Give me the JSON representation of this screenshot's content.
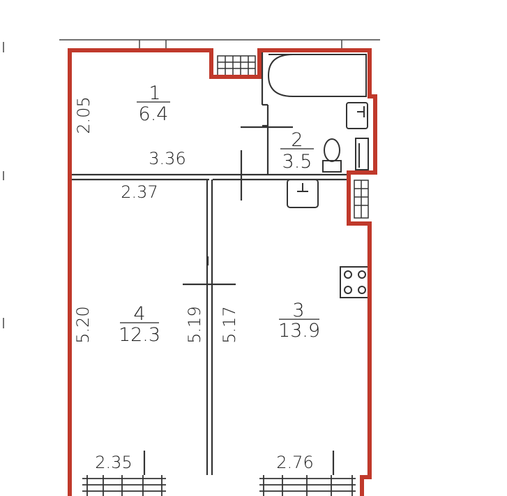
{
  "plan": {
    "rooms": [
      {
        "number": "1",
        "area": "6.4"
      },
      {
        "number": "2",
        "area": "3.5"
      },
      {
        "number": "3",
        "area": "13.9"
      },
      {
        "number": "4",
        "area": "12.3"
      }
    ],
    "dimensions": {
      "room1_width": "3.36",
      "room1_height": "2.05",
      "room4_top_width": "2.37",
      "room4_height_left": "5.20",
      "partition_left": "5.19",
      "partition_right": "5.17",
      "room4_bottom_width": "2.35",
      "room3_bottom_width": "2.76"
    },
    "colors": {
      "outline": "#c0392b",
      "walls": "#333333",
      "background": "#ffffff"
    }
  }
}
